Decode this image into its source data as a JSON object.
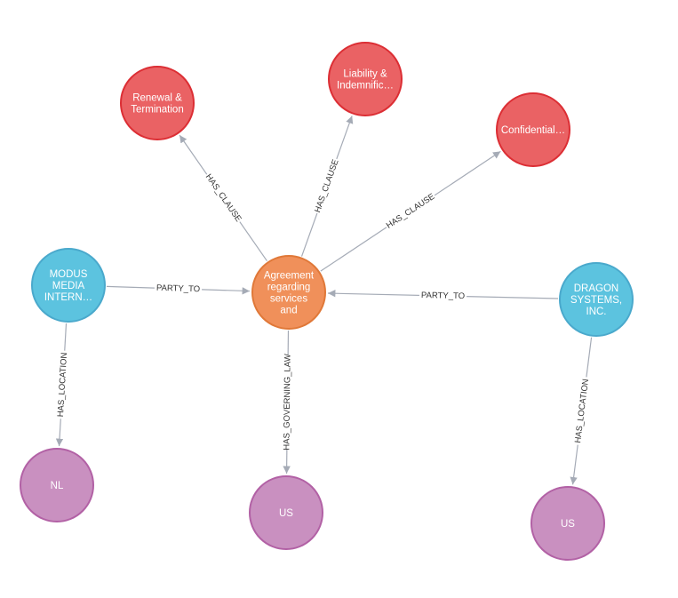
{
  "colors": {
    "contract": "#f0905a",
    "contract_stroke": "#e07838",
    "clause": "#ea6264",
    "clause_stroke": "#dc2e34",
    "organization": "#5cc3df",
    "organization_stroke": "#4aa9cc",
    "location": "#c990c0",
    "location_stroke": "#b261a5",
    "edge": "#a5abb6"
  },
  "nodes": [
    {
      "id": "agreement",
      "kind": "contract",
      "lines": [
        "Agreement",
        "regarding",
        "services",
        "and"
      ]
    },
    {
      "id": "renewal",
      "kind": "clause",
      "lines": [
        "Renewal &",
        "Termination"
      ]
    },
    {
      "id": "liability",
      "kind": "clause",
      "lines": [
        "Liability &",
        "Indemnific…"
      ]
    },
    {
      "id": "confidential",
      "kind": "clause",
      "lines": [
        "Confidential…"
      ]
    },
    {
      "id": "modus",
      "kind": "organization",
      "lines": [
        "MODUS",
        "MEDIA",
        "INTERN…"
      ]
    },
    {
      "id": "dragon",
      "kind": "organization",
      "lines": [
        "DRAGON",
        "SYSTEMS,",
        "INC."
      ]
    },
    {
      "id": "nl",
      "kind": "location",
      "lines": [
        "NL"
      ]
    },
    {
      "id": "us_center",
      "kind": "location",
      "lines": [
        "US"
      ]
    },
    {
      "id": "us_right",
      "kind": "location",
      "lines": [
        "US"
      ]
    }
  ],
  "edges": [
    {
      "from": "agreement",
      "to": "renewal",
      "label": "HAS_CLAUSE"
    },
    {
      "from": "agreement",
      "to": "liability",
      "label": "HAS_CLAUSE"
    },
    {
      "from": "agreement",
      "to": "confidential",
      "label": "HAS_CLAUSE"
    },
    {
      "from": "modus",
      "to": "agreement",
      "label": "PARTY_TO"
    },
    {
      "from": "dragon",
      "to": "agreement",
      "label": "PARTY_TO"
    },
    {
      "from": "modus",
      "to": "nl",
      "label": "HAS_LOCATION"
    },
    {
      "from": "agreement",
      "to": "us_center",
      "label": "HAS_GOVERNING_LAW"
    },
    {
      "from": "dragon",
      "to": "us_right",
      "label": "HAS_LOCATION"
    }
  ]
}
